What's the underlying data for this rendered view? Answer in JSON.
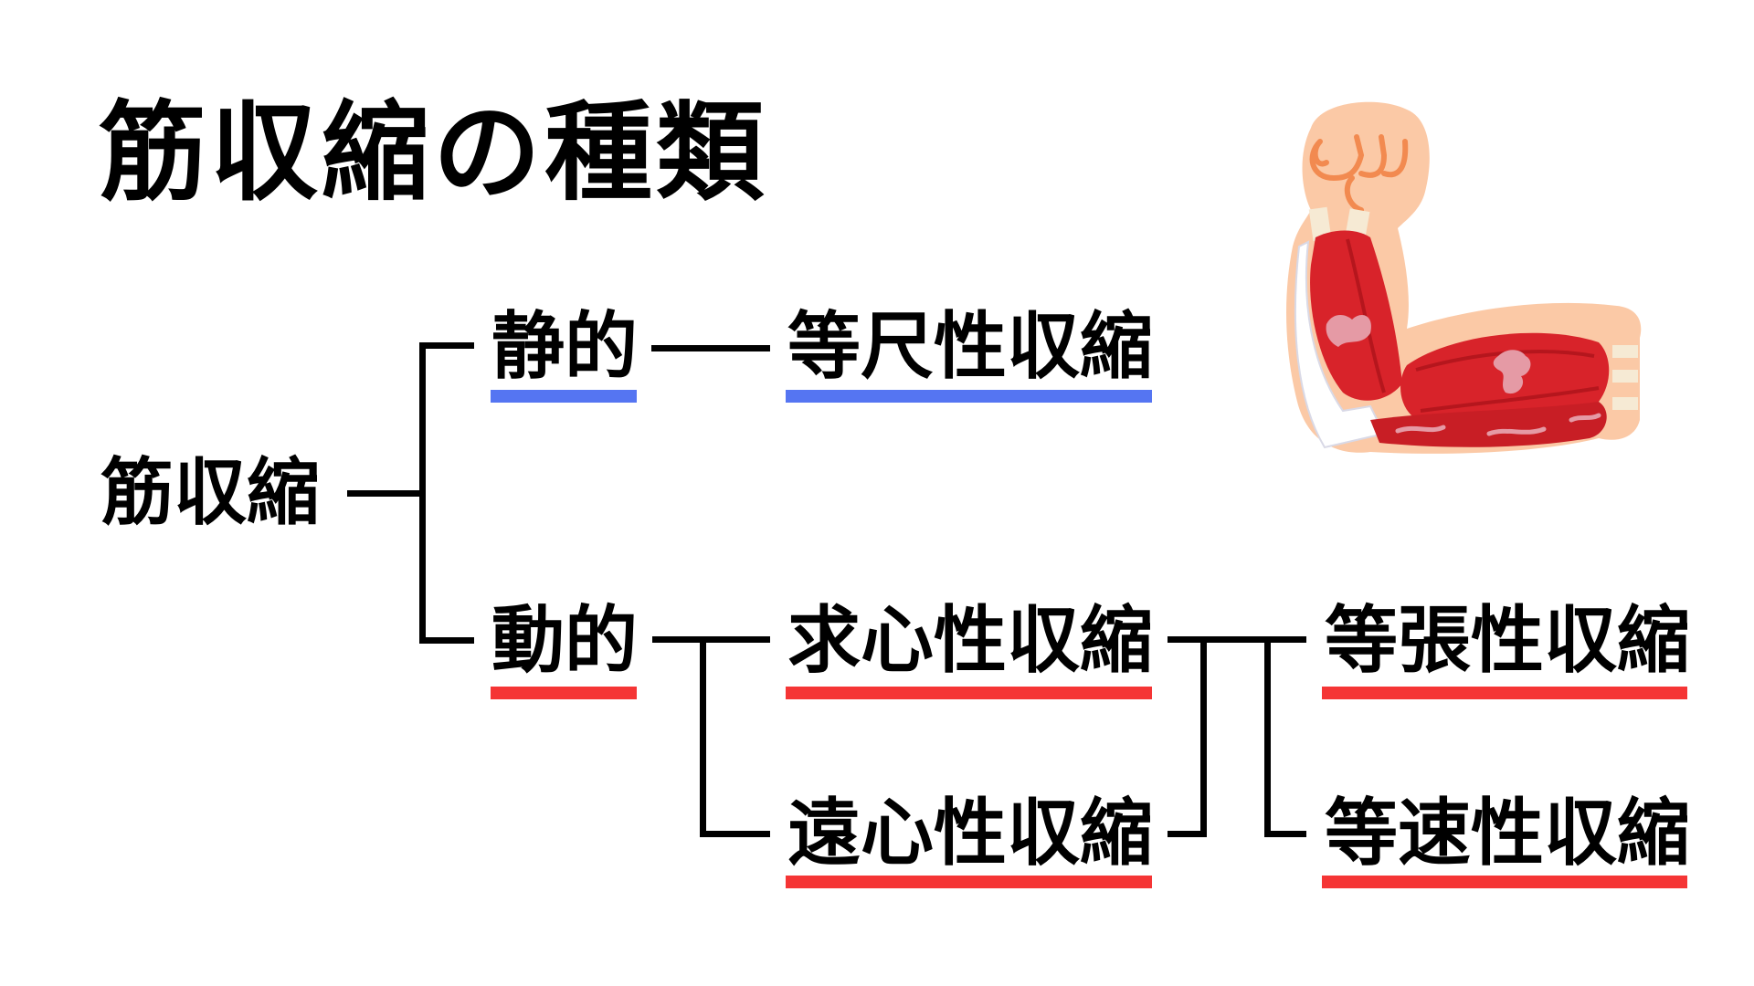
{
  "title": "筋収縮の種類",
  "tree": {
    "root": "筋収縮",
    "static": {
      "label": "静的",
      "color": "#5575f2",
      "children": [
        "等尺性収縮"
      ]
    },
    "dynamic": {
      "label": "動的",
      "color": "#f53535",
      "children": [
        "求心性収縮",
        "遠心性収縮"
      ],
      "subtypes": [
        "等張性収縮",
        "等速性収縮"
      ]
    }
  },
  "illustration": {
    "icon": "flexed-arm-muscle-icon",
    "colors": {
      "skin": "#fbc9a6",
      "muscle": "#d8232a",
      "tendon": "#f6ead4",
      "highlight": "#e59aa5",
      "finger_line": "#f28a50"
    }
  }
}
